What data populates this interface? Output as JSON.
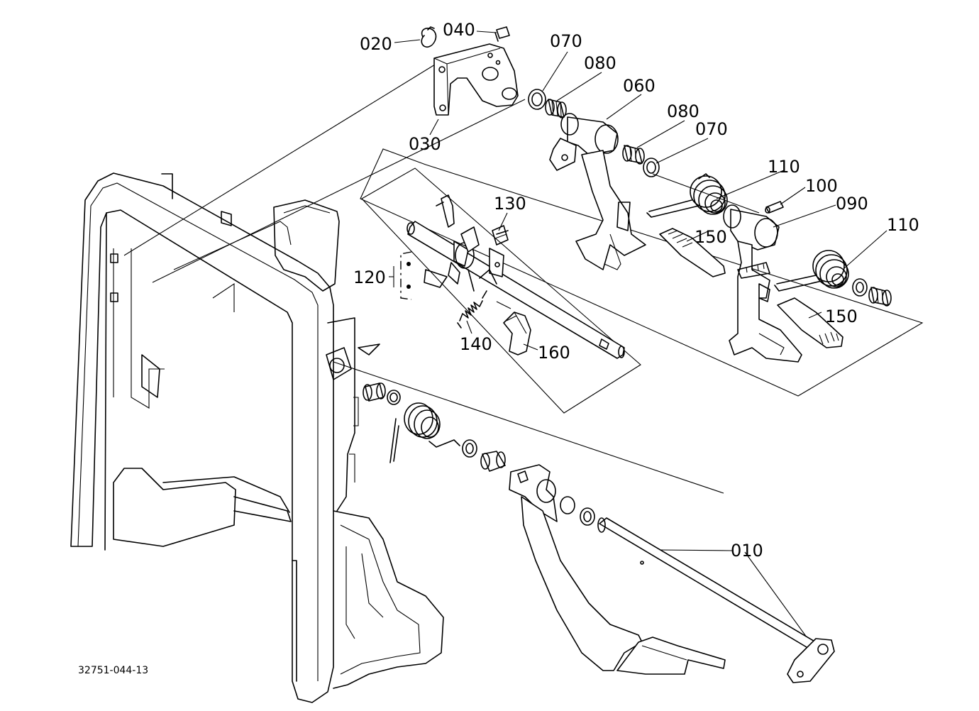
{
  "drawing_code": "32751-044-13",
  "callouts": {
    "p010": "010",
    "p020": "020",
    "p030": "030",
    "p040": "040",
    "p060": "060",
    "p070a": "070",
    "p070b": "070",
    "p080a": "080",
    "p080b": "080",
    "p090": "090",
    "p100": "100",
    "p110a": "110",
    "p110b": "110",
    "p120": "120",
    "p130": "130",
    "p140": "140",
    "p150a": "150",
    "p150b": "150",
    "p160": "160"
  }
}
